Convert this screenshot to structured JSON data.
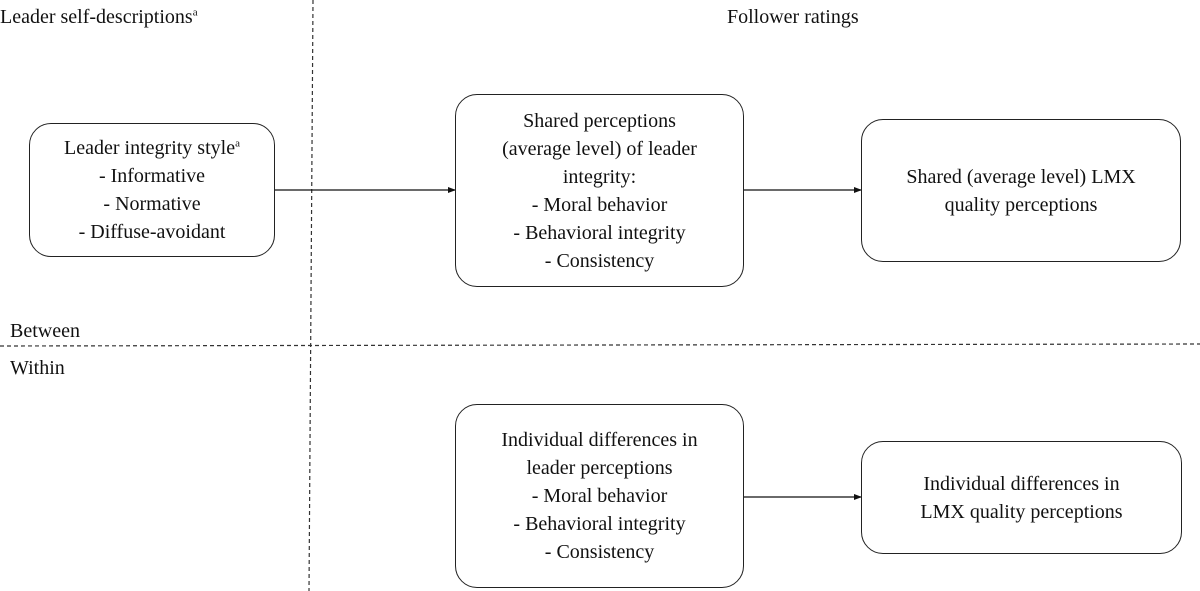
{
  "headers": {
    "left": "Leader self-descriptions",
    "left_sup": "a",
    "right": "Follower ratings"
  },
  "levels": {
    "between": "Between",
    "within": "Within"
  },
  "boxes": {
    "leader_style": {
      "title": "Leader integrity style",
      "title_sup": "a",
      "items": [
        "- Informative",
        "- Normative",
        "- Diffuse-avoidant"
      ]
    },
    "shared_perceptions": {
      "lines": [
        "Shared perceptions",
        "(average level) of leader",
        "integrity:"
      ],
      "items": [
        "- Moral behavior",
        "- Behavioral integrity",
        "- Consistency"
      ]
    },
    "shared_lmx": {
      "lines": [
        "Shared (average level) LMX",
        "quality perceptions"
      ]
    },
    "individual_perceptions": {
      "lines": [
        "Individual differences in",
        "leader perceptions"
      ],
      "items": [
        "- Moral behavior",
        "- Behavioral integrity",
        "- Consistency"
      ]
    },
    "individual_lmx": {
      "lines": [
        "Individual differences in",
        "LMX quality perceptions"
      ]
    }
  }
}
